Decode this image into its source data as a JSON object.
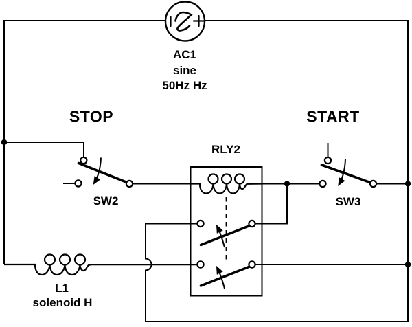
{
  "colors": {
    "background": "#ffffff",
    "ink": "#000000"
  },
  "labels": {
    "stop": "STOP",
    "start": "START"
  },
  "components": {
    "ac_source": {
      "designator": "AC1",
      "waveform": "sine",
      "value": "50Hz Hz"
    },
    "stop_switch": {
      "designator": "SW2"
    },
    "start_switch": {
      "designator": "SW3"
    },
    "relay": {
      "designator": "RLY2"
    },
    "inductor": {
      "designator": "L1",
      "description": "solenoid H"
    }
  }
}
